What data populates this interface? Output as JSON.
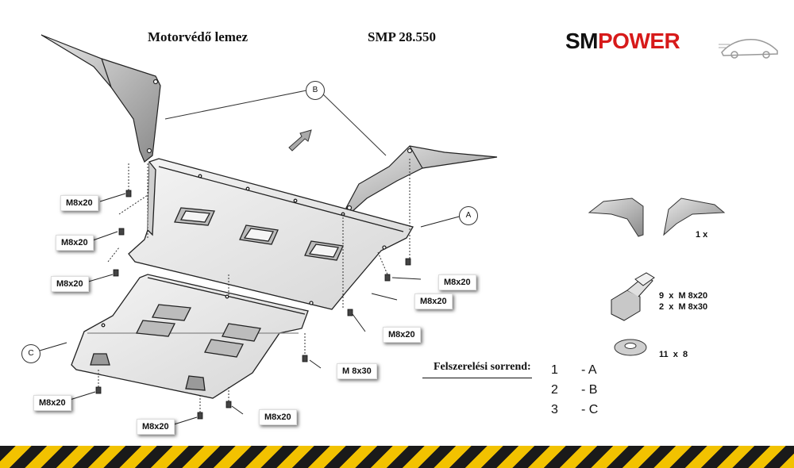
{
  "header": {
    "title": "Motorvédő lemez",
    "code": "SMP 28.550"
  },
  "logo": {
    "part1": "SM",
    "part2": "POWER"
  },
  "callouts": {
    "a": "A",
    "b": "B",
    "c": "C"
  },
  "bolt_labels": [
    "M8x20",
    "M8x20",
    "M8x20",
    "M8x20",
    "M8x20",
    "M8x20",
    "M 8x30",
    "M8x20",
    "M8x20",
    "M8x20"
  ],
  "hardware": {
    "brackets_qty": "1 x",
    "bolt_qty_line1": "9  x  M 8x20",
    "bolt_qty_line2": "2  x  M 8x30",
    "washer_qty": "11  x  8"
  },
  "assembly_order": {
    "title": "Felszerelési sorrend:",
    "steps": [
      {
        "num": "1",
        "letter": "- A"
      },
      {
        "num": "2",
        "letter": "- B"
      },
      {
        "num": "3",
        "letter": "- C"
      }
    ]
  },
  "colors": {
    "brand_red": "#d71a1a",
    "hazard_yellow": "#f2c200",
    "hazard_black": "#1a1a1a"
  }
}
